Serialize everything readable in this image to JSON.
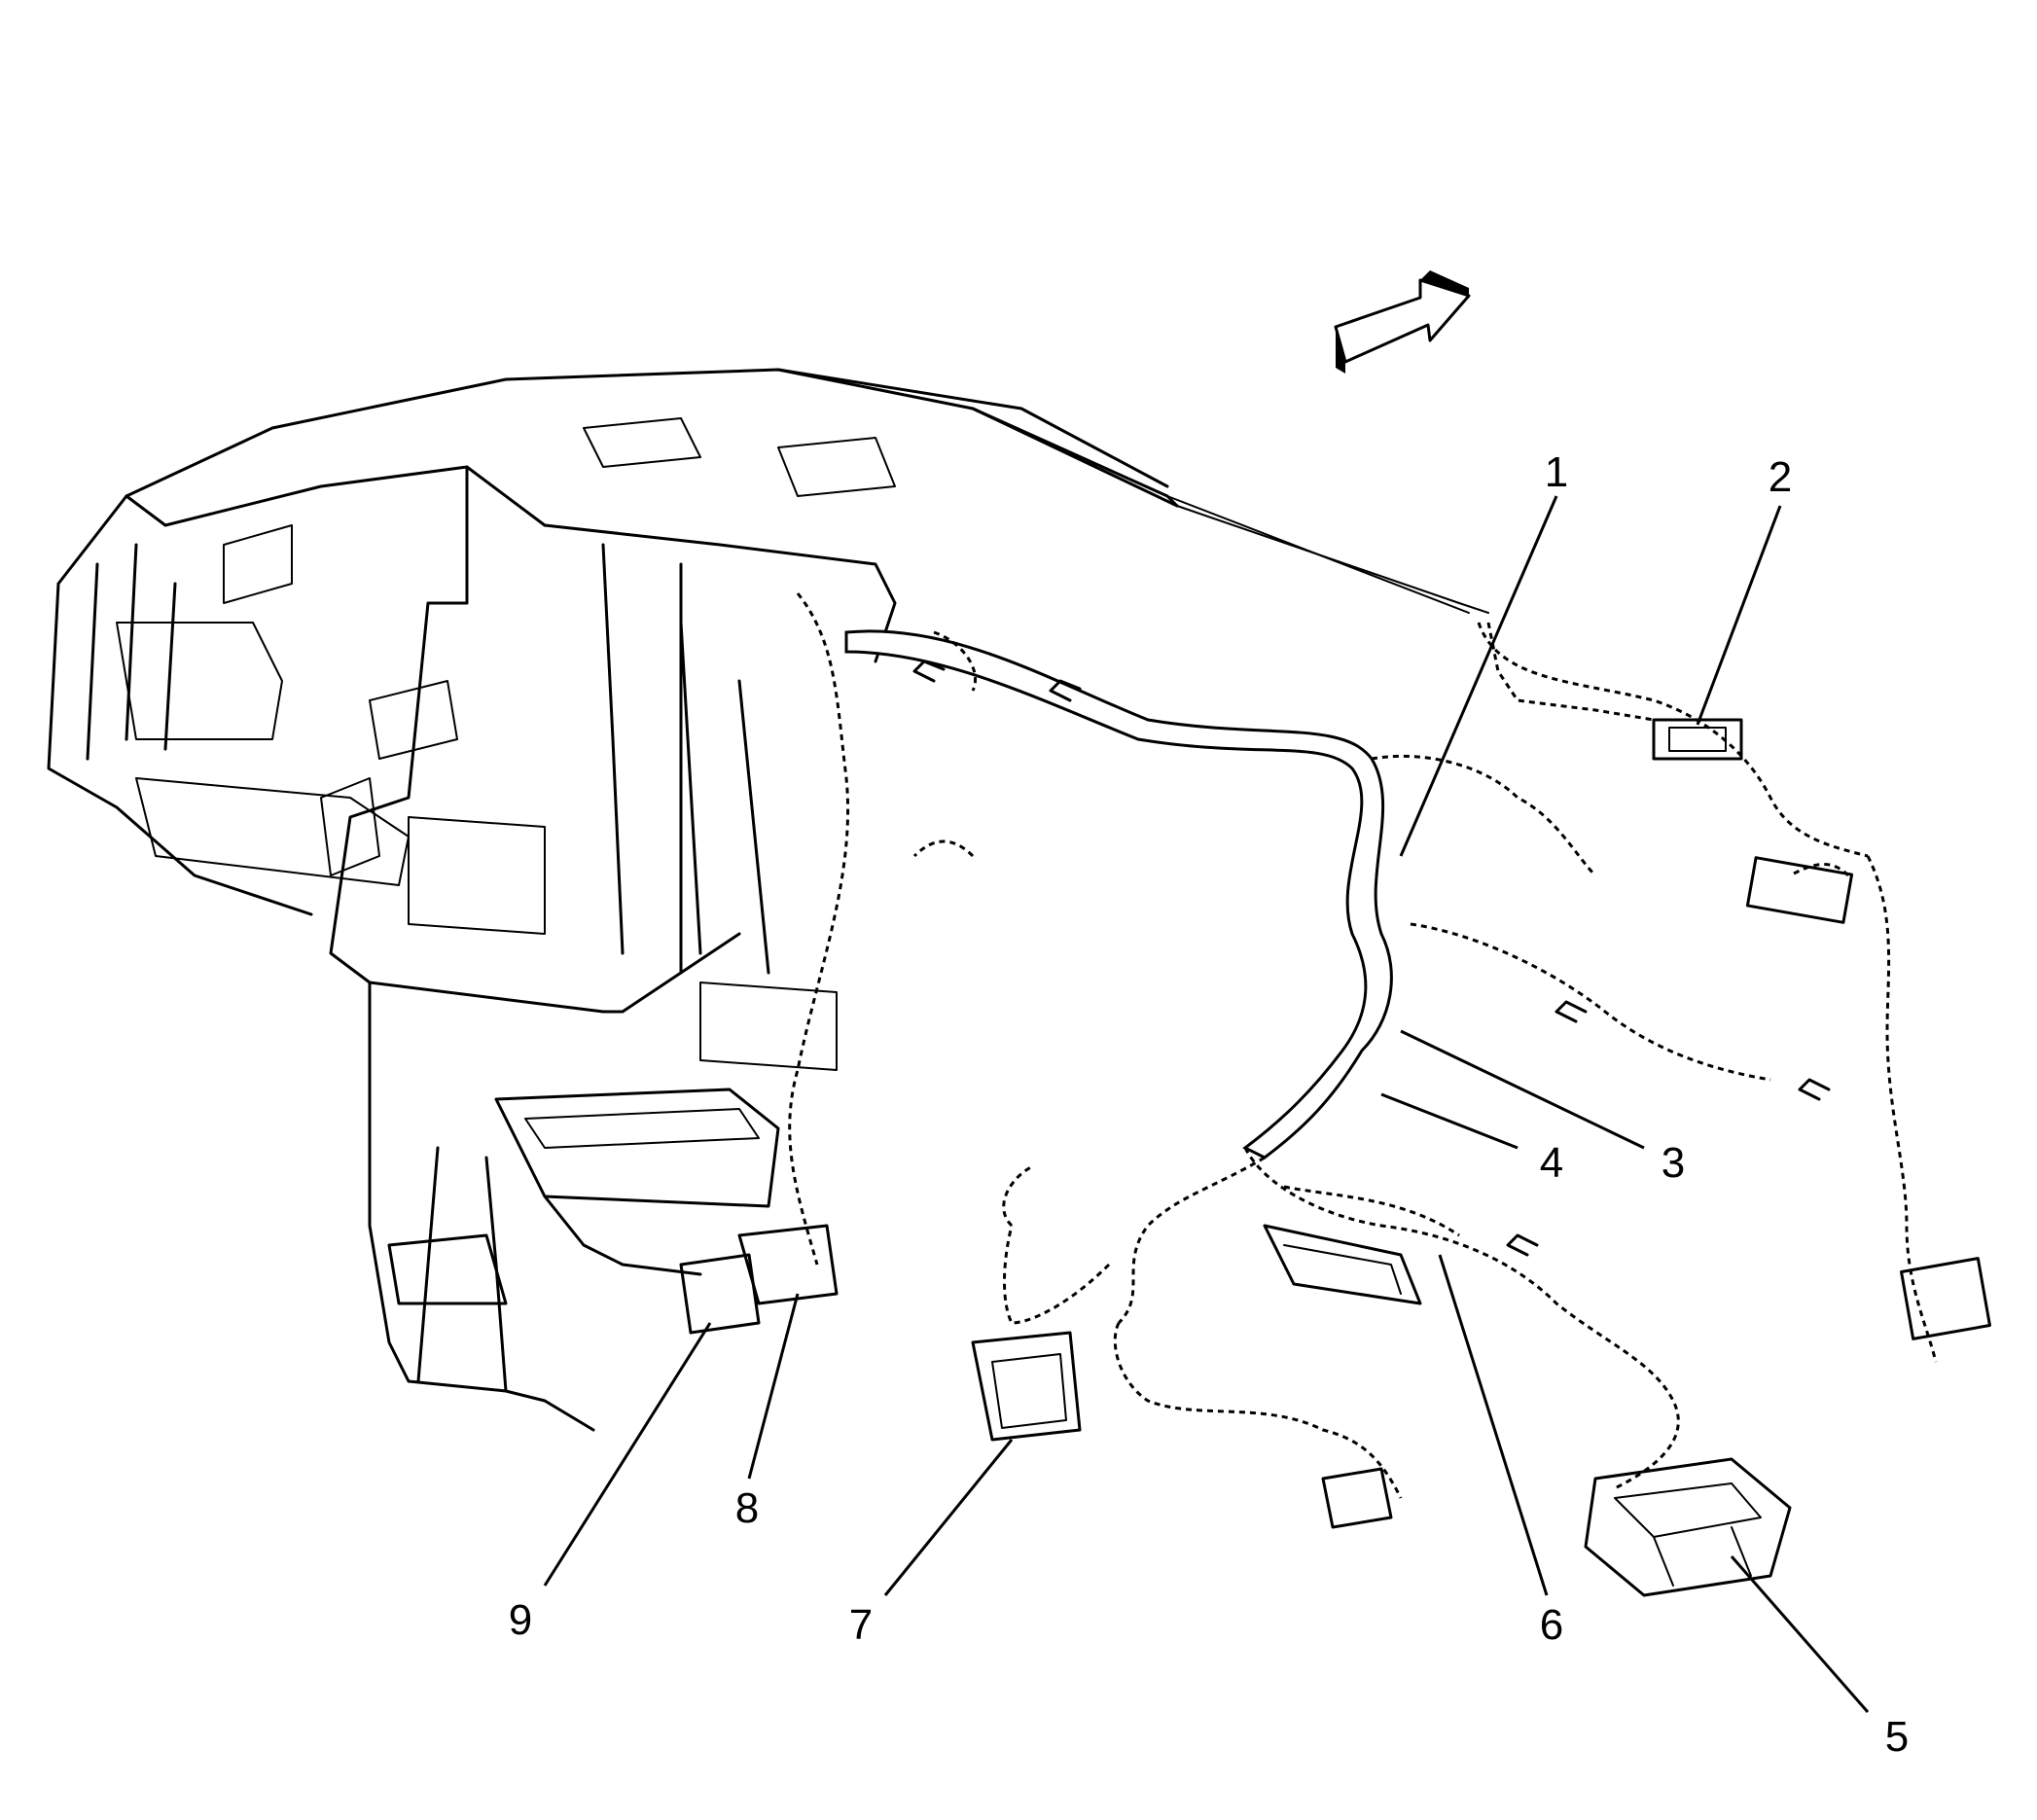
{
  "callouts": [
    {
      "id": "1",
      "label": "1"
    },
    {
      "id": "2",
      "label": "2"
    },
    {
      "id": "3",
      "label": "3"
    },
    {
      "id": "4",
      "label": "4"
    },
    {
      "id": "5",
      "label": "5"
    },
    {
      "id": "6",
      "label": "6"
    },
    {
      "id": "7",
      "label": "7"
    },
    {
      "id": "8",
      "label": "8"
    },
    {
      "id": "9",
      "label": "9"
    }
  ],
  "icons": {
    "direction_arrow": "direction-arrow-icon"
  }
}
